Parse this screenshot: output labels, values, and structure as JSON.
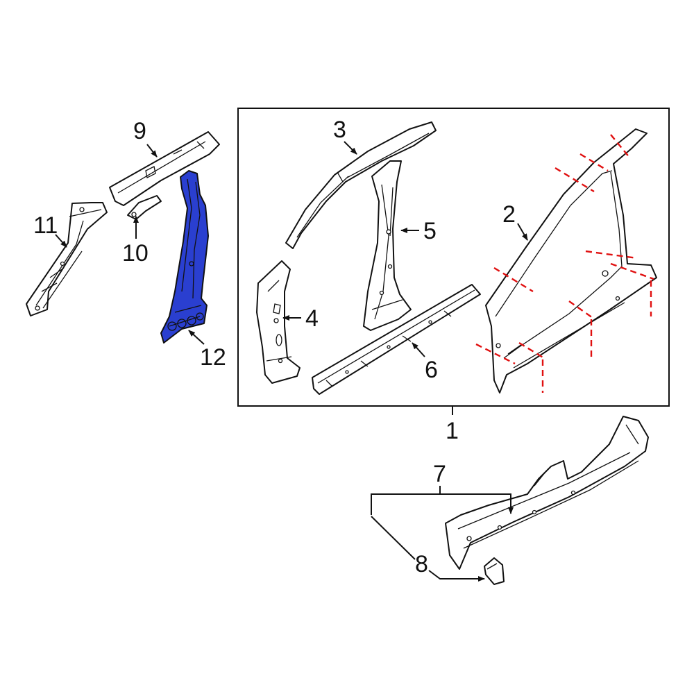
{
  "callouts": {
    "c1": "1",
    "c2": "2",
    "c3": "3",
    "c4": "4",
    "c5": "5",
    "c6": "6",
    "c7": "7",
    "c8": "8",
    "c9": "9",
    "c10": "10",
    "c11": "11",
    "c12": "12"
  },
  "colors": {
    "highlight": "#2a3fd0",
    "cut_lines": "#e01010",
    "outline": "#111111"
  },
  "highlighted_part": "12"
}
